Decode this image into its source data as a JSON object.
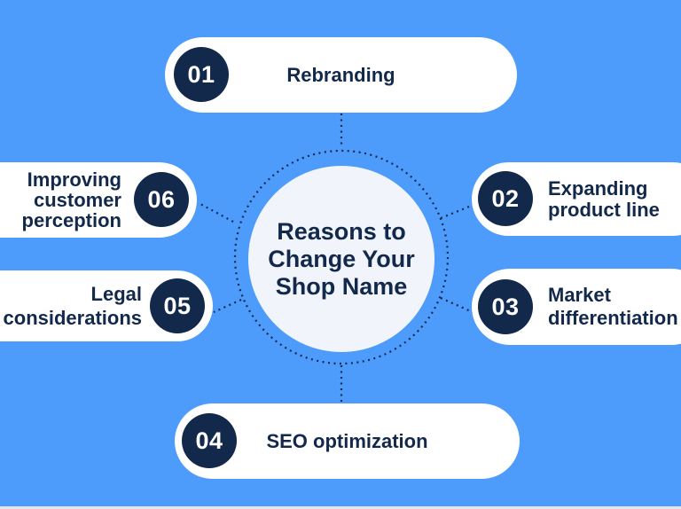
{
  "title": "Reasons to Change Your Shop Name",
  "colors": {
    "background": "#4d9bfa",
    "navy": "#12294b",
    "pill": "#ffffff",
    "center_fill": "#f1f5fb",
    "number_text": "#ffffff",
    "bottom_strip": "#e2e7ef"
  },
  "items": [
    {
      "number": "01",
      "label": "Rebranding",
      "position": "top"
    },
    {
      "number": "02",
      "label": "Expanding product line",
      "position": "upper-right"
    },
    {
      "number": "03",
      "label": "Market differentiation",
      "position": "lower-right"
    },
    {
      "number": "04",
      "label": "SEO optimization",
      "position": "bottom"
    },
    {
      "number": "05",
      "label": "Legal considerations",
      "position": "lower-left"
    },
    {
      "number": "06",
      "label": "Improving customer perception",
      "position": "upper-left"
    }
  ]
}
